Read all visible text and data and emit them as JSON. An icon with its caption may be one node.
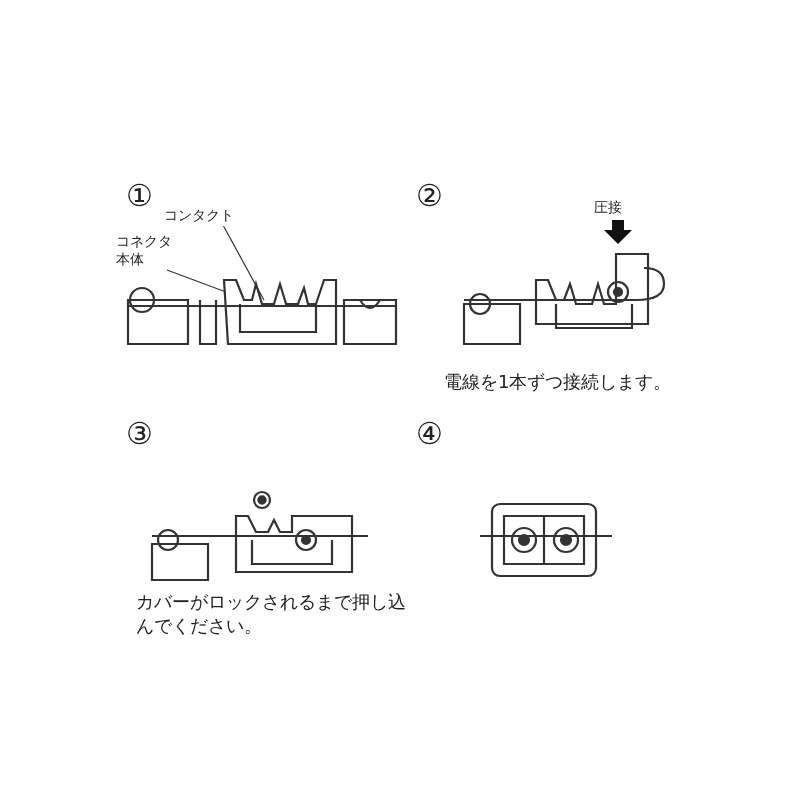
{
  "diagram": {
    "nodes": [
      {
        "text": [
          "コンタクト"
        ]
      },
      {
        "text": [
          "コネクタ本体"
        ]
      }
    ],
    "edges": [
      {
        "from": 0,
        "to": null,
        "arrow": "none"
      },
      {
        "from": 1,
        "to": null,
        "arrow": "none"
      }
    ],
    "labels": [
      "①",
      "②",
      "圧接",
      "電線を1本ずつ接続します。",
      "③",
      "④",
      "カバーがロックされるまで押し込んでください。"
    ]
  }
}
